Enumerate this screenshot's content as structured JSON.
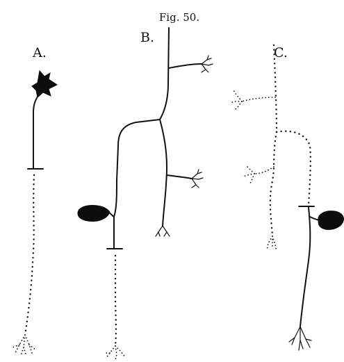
{
  "figure": {
    "caption": "Fig. 50.",
    "panels": [
      {
        "id": "A",
        "label": "A."
      },
      {
        "id": "B",
        "label": "B."
      },
      {
        "id": "C",
        "label": "C."
      }
    ]
  },
  "colors": {
    "ink": "#111111",
    "background": "#ffffff"
  }
}
